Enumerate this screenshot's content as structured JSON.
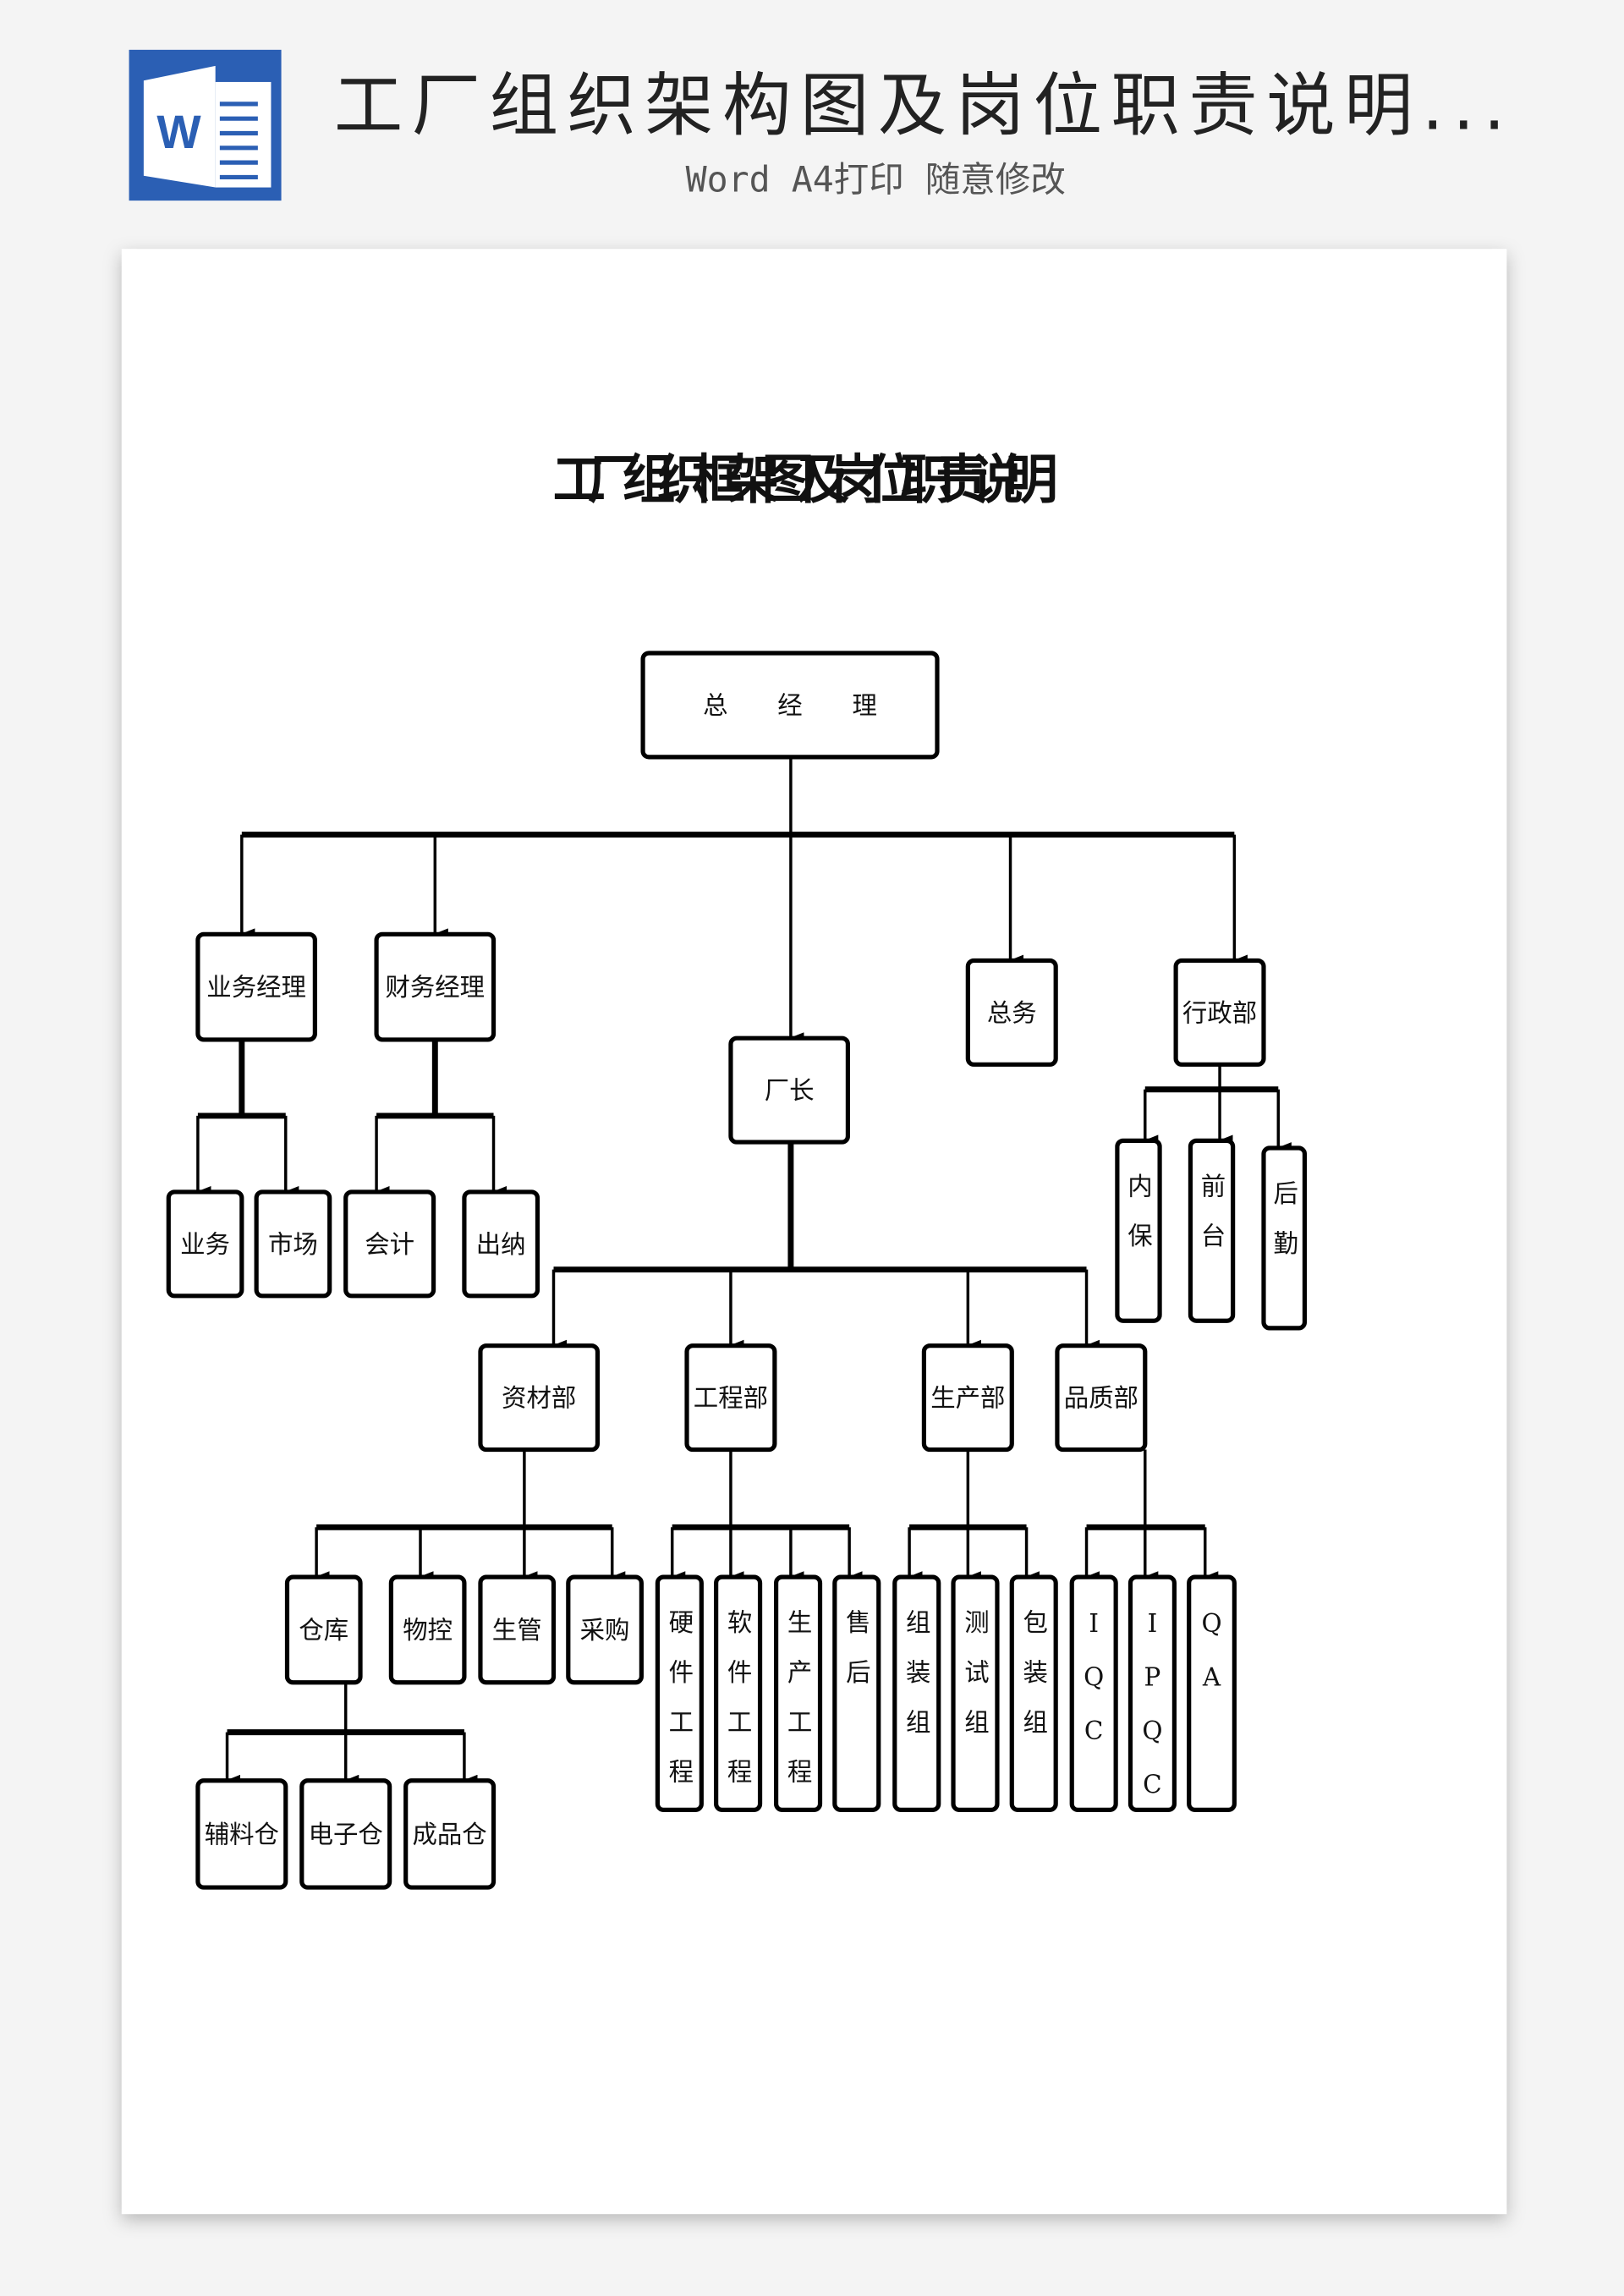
{
  "header": {
    "title": "工厂组织架构图及岗位职责说明...",
    "subtitle": "Word A4打印 随意修改",
    "icon": "word-doc-icon",
    "icon_letter": "W"
  },
  "colors": {
    "word_blue": "#2b5fb4",
    "background": "#f4f4f4",
    "page": "#ffffff",
    "line": "#000000"
  },
  "document": {
    "title": "工厂组织框架图及岗位职责说明",
    "org": {
      "gm": "总　　经　　理",
      "sales_manager": "业务经理",
      "finance_manager": "财务经理",
      "plant_manager": "厂长",
      "general_affairs": "总务",
      "admin": "行政部",
      "sales": "业务",
      "market": "市场",
      "accounting": "会计",
      "cashier": "出纳",
      "security": "内保",
      "reception": "前台",
      "logistics": "后勤",
      "materials": "资材部",
      "engineering": "工程部",
      "production": "生产部",
      "quality": "品质部",
      "warehouse": "仓库",
      "material_control": "物控",
      "production_control": "生管",
      "purchasing": "采购",
      "hardware": "硬件工程",
      "software": "软件工程",
      "production_eng": "生产工程",
      "after_sales": "售后",
      "assembly": "组装组",
      "testing": "测试组",
      "packing": "包装组",
      "iqc": "IQC",
      "ipqc": "IPQC",
      "qa": "QA",
      "aux_warehouse": "辅料仓",
      "electronic_warehouse": "电子仓",
      "finished_warehouse": "成品仓"
    }
  }
}
